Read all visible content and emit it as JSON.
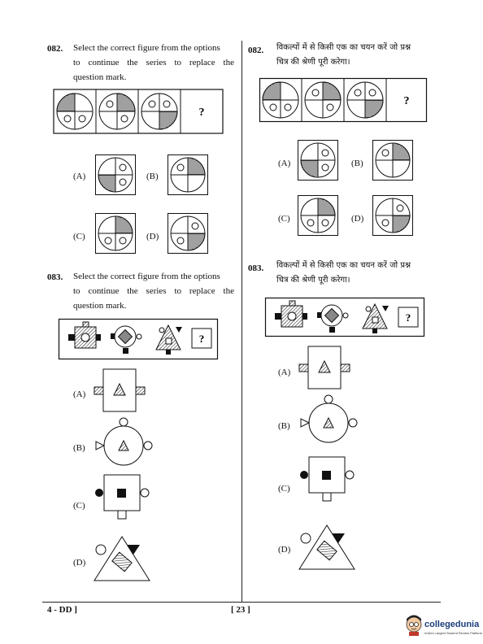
{
  "q82_en": {
    "number": "082.",
    "text_line1": "Select the correct figure from the options",
    "text_line2": "to continue the series to replace the",
    "text_line3": "question mark.",
    "question_mark": "?",
    "options": [
      "(A)",
      "(B)",
      "(C)",
      "(D)"
    ]
  },
  "q83_en": {
    "number": "083.",
    "text_line1": "Select the correct figure from the options",
    "text_line2": "to continue the series to replace the",
    "text_line3": "question mark.",
    "question_mark": "?",
    "options": [
      "(A)",
      "(B)",
      "(C)",
      "(D)"
    ]
  },
  "q82_hi": {
    "number": "082.",
    "text_line1": "विकल्पों में से किसी एक का चयन करें जो प्रश्न",
    "text_line2": "चित्र की श्रेणी पूरी करेगा।",
    "question_mark": "?",
    "options": [
      "(A)",
      "(B)",
      "(C)",
      "(D)"
    ]
  },
  "q83_hi": {
    "number": "083.",
    "text_line1": "विकल्पों में से किसी एक का चयन करें जो प्रश्न",
    "text_line2": "चित्र की श्रेणी पूरी करेगा।",
    "question_mark": "?",
    "options": [
      "(A)",
      "(B)",
      "(C)",
      "(D)"
    ]
  },
  "footer": {
    "left": "4 - DD ]",
    "center": "[ 23 ]",
    "logo_name": "collegedunia",
    "logo_tagline": "India's Largest Student Review Platform"
  }
}
